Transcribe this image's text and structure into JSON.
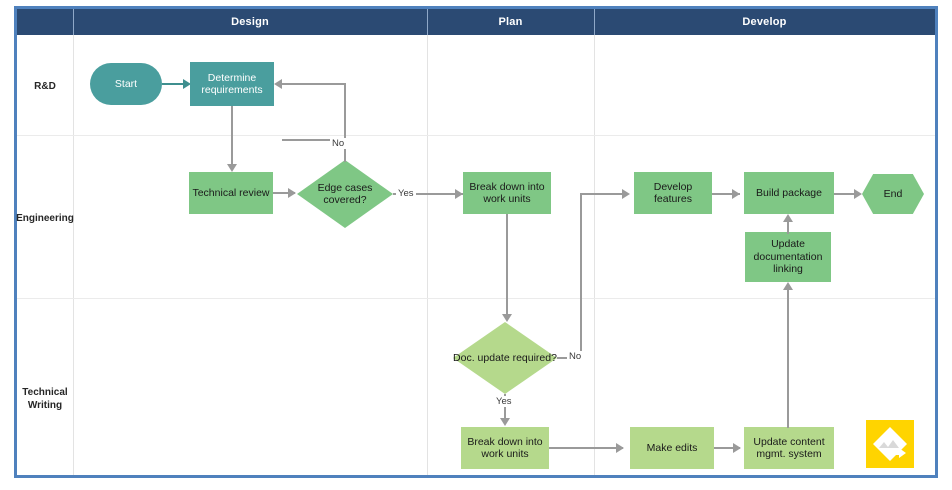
{
  "diagram": {
    "type": "cross-functional-flowchart",
    "title": "",
    "colors": {
      "header_band": "#2b4a73",
      "frame_border": "#4f81bd",
      "teal_node": "#4a9e9e",
      "green_node": "#7fc785",
      "light_green_node": "#b5d98c",
      "connector": "#9a9a9a",
      "watermark": "#ffd400"
    },
    "columns": [
      {
        "id": "col-lane-label",
        "label": ""
      },
      {
        "id": "col-design",
        "label": "Design"
      },
      {
        "id": "col-plan",
        "label": "Plan"
      },
      {
        "id": "col-develop",
        "label": "Develop"
      }
    ],
    "lanes": [
      {
        "id": "lane-rnd",
        "label": "R&D"
      },
      {
        "id": "lane-engineering",
        "label": "Engineering"
      },
      {
        "id": "lane-technical-writing",
        "label": "Technical Writing"
      }
    ],
    "nodes": [
      {
        "id": "start",
        "label": "Start",
        "shape": "stadium",
        "style": "teal",
        "lane": "R&D",
        "column": "Design"
      },
      {
        "id": "determine-req",
        "label": "Determine requirements",
        "shape": "rectangle",
        "style": "teal",
        "lane": "R&D",
        "column": "Design"
      },
      {
        "id": "technical-review",
        "label": "Technical review",
        "shape": "rectangle",
        "style": "green",
        "lane": "Engineering",
        "column": "Design"
      },
      {
        "id": "edge-cases",
        "label": "Edge cases covered?",
        "shape": "diamond",
        "style": "green",
        "lane": "Engineering",
        "column": "Design"
      },
      {
        "id": "break-down-eng",
        "label": "Break down into work units",
        "shape": "rectangle",
        "style": "green",
        "lane": "Engineering",
        "column": "Plan"
      },
      {
        "id": "develop-features",
        "label": "Develop features",
        "shape": "rectangle",
        "style": "green",
        "lane": "Engineering",
        "column": "Develop"
      },
      {
        "id": "build-package",
        "label": "Build package",
        "shape": "rectangle",
        "style": "green",
        "lane": "Engineering",
        "column": "Develop"
      },
      {
        "id": "end",
        "label": "End",
        "shape": "hexagon",
        "style": "green",
        "lane": "Engineering",
        "column": "Develop"
      },
      {
        "id": "update-doc-linking",
        "label": "Update documentation linking",
        "shape": "rectangle",
        "style": "green",
        "lane": "Engineering",
        "column": "Develop"
      },
      {
        "id": "doc-update-required",
        "label": "Doc. update required?",
        "shape": "diamond",
        "style": "lightgreen",
        "lane": "Technical Writing",
        "column": "Plan"
      },
      {
        "id": "break-down-tw",
        "label": "Break down into work units",
        "shape": "rectangle",
        "style": "lightgreen",
        "lane": "Technical Writing",
        "column": "Plan"
      },
      {
        "id": "make-edits",
        "label": "Make edits",
        "shape": "rectangle",
        "style": "lightgreen",
        "lane": "Technical Writing",
        "column": "Develop"
      },
      {
        "id": "update-cms",
        "label": "Update content mgmt. system",
        "shape": "rectangle",
        "style": "lightgreen",
        "lane": "Technical Writing",
        "column": "Develop"
      }
    ],
    "edges": [
      {
        "from": "start",
        "to": "determine-req",
        "label": ""
      },
      {
        "from": "determine-req",
        "to": "technical-review",
        "label": ""
      },
      {
        "from": "technical-review",
        "to": "edge-cases",
        "label": ""
      },
      {
        "from": "edge-cases",
        "to": "determine-req",
        "label": "No"
      },
      {
        "from": "edge-cases",
        "to": "break-down-eng",
        "label": "Yes"
      },
      {
        "from": "break-down-eng",
        "to": "doc-update-required",
        "label": ""
      },
      {
        "from": "doc-update-required",
        "to": "develop-features",
        "label": "No"
      },
      {
        "from": "doc-update-required",
        "to": "break-down-tw",
        "label": "Yes"
      },
      {
        "from": "develop-features",
        "to": "build-package",
        "label": ""
      },
      {
        "from": "build-package",
        "to": "end",
        "label": ""
      },
      {
        "from": "update-doc-linking",
        "to": "build-package",
        "label": ""
      },
      {
        "from": "break-down-tw",
        "to": "make-edits",
        "label": ""
      },
      {
        "from": "make-edits",
        "to": "update-cms",
        "label": ""
      },
      {
        "from": "update-cms",
        "to": "update-doc-linking",
        "label": ""
      }
    ],
    "edge_labels": {
      "no_edge_cases": "No",
      "yes_edge_cases": "Yes",
      "no_doc_update": "No",
      "yes_doc_update": "Yes"
    },
    "watermark": {
      "name": "diagram-app-logo",
      "label": ""
    }
  }
}
